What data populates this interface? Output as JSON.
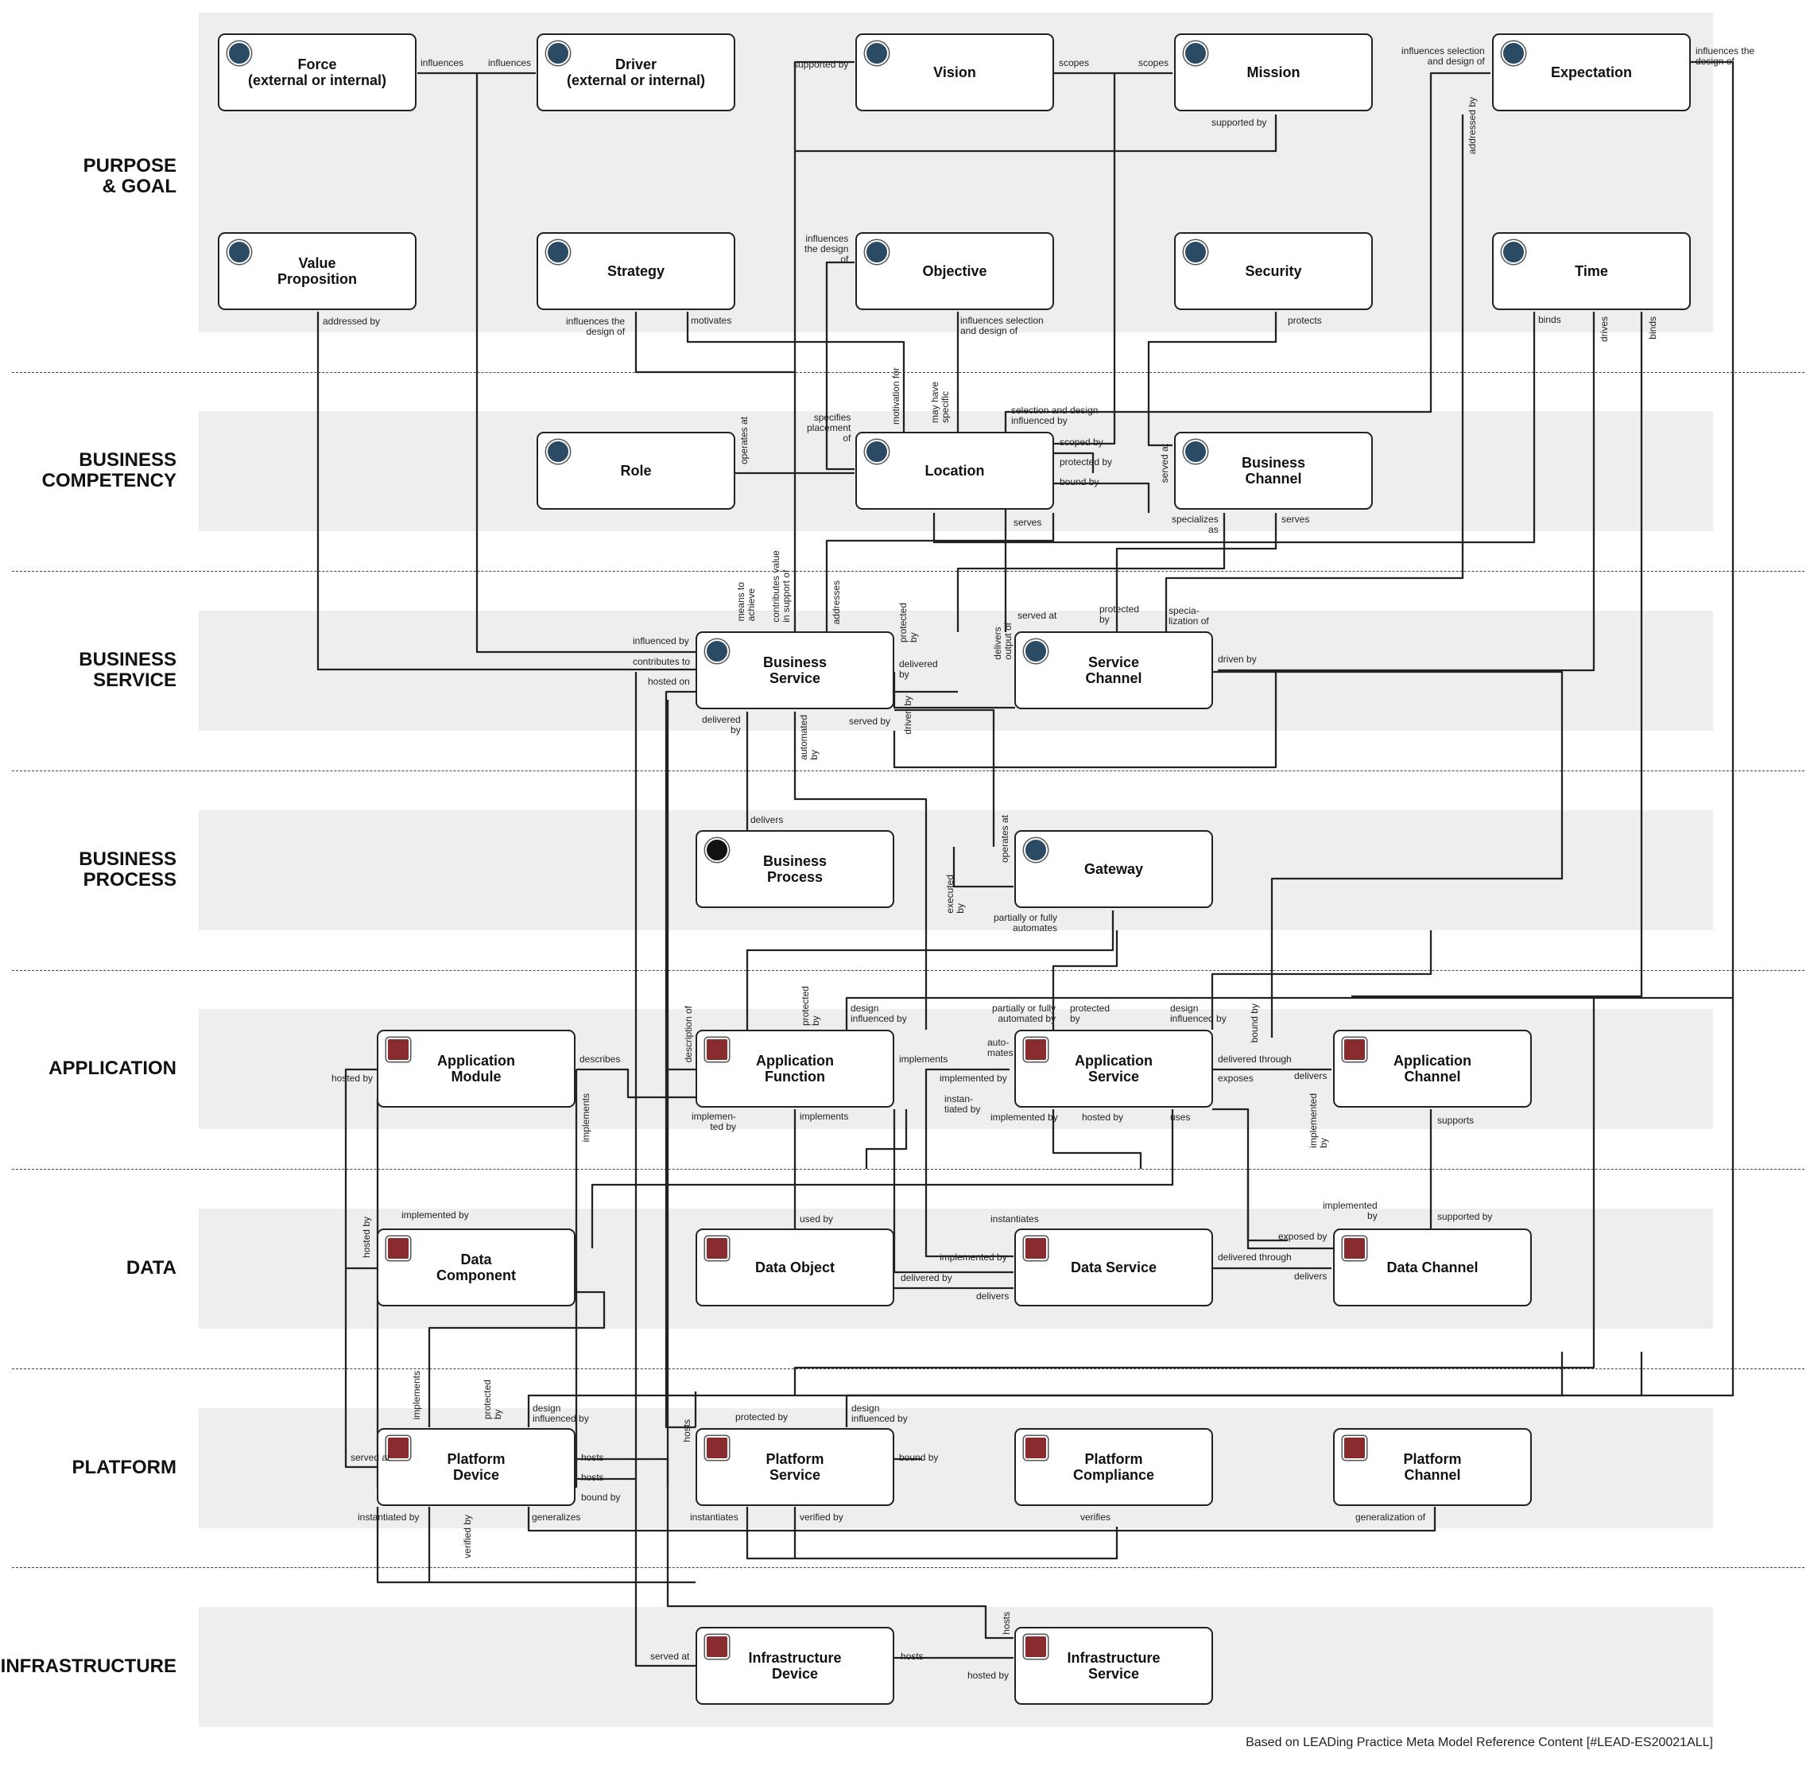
{
  "layers": [
    {
      "label": "PURPOSE\n& GOAL"
    },
    {
      "label": "BUSINESS\nCOMPETENCY"
    },
    {
      "label": "BUSINESS\nSERVICE"
    },
    {
      "label": "BUSINESS\nPROCESS"
    },
    {
      "label": "APPLICATION"
    },
    {
      "label": "DATA"
    },
    {
      "label": "PLATFORM"
    },
    {
      "label": "INFRASTRUCTURE"
    }
  ],
  "nodes": [
    {
      "label": "Force\n(external or internal)",
      "icon": "force-icon"
    },
    {
      "label": "Driver\n(external or internal)",
      "icon": "driver-icon"
    },
    {
      "label": "Vision",
      "icon": "eye-icon"
    },
    {
      "label": "Mission",
      "icon": "globe-icon"
    },
    {
      "label": "Expectation",
      "icon": "chart-icon"
    },
    {
      "label": "Value\nProposition",
      "icon": "value-chart-icon"
    },
    {
      "label": "Strategy",
      "icon": "target-icon"
    },
    {
      "label": "Objective",
      "icon": "bullseye-icon"
    },
    {
      "label": "Security",
      "icon": "lock-icon"
    },
    {
      "label": "Time",
      "icon": "hourglass-icon"
    },
    {
      "label": "Role",
      "icon": "person-icon"
    },
    {
      "label": "Location",
      "icon": "map-pin-icon"
    },
    {
      "label": "Business\nChannel",
      "icon": "channel-icon"
    },
    {
      "label": "Business\nService",
      "icon": "handshake-icon"
    },
    {
      "label": "Service\nChannel",
      "icon": "service-channel-icon"
    },
    {
      "label": "Business\nProcess",
      "icon": "process-dot-icon"
    },
    {
      "label": "Gateway",
      "icon": "diamond-icon"
    },
    {
      "label": "Application\nModule",
      "icon": "module-icon"
    },
    {
      "label": "Application\nFunction",
      "icon": "function-icon"
    },
    {
      "label": "Application\nService",
      "icon": "app-service-icon"
    },
    {
      "label": "Application\nChannel",
      "icon": "app-channel-icon"
    },
    {
      "label": "Data\nComponent",
      "icon": "data-component-icon"
    },
    {
      "label": "Data Object",
      "icon": "data-object-icon"
    },
    {
      "label": "Data Service",
      "icon": "data-service-icon"
    },
    {
      "label": "Data Channel",
      "icon": "data-channel-icon"
    },
    {
      "label": "Platform\nDevice",
      "icon": "phone-icon"
    },
    {
      "label": "Platform\nService",
      "icon": "platform-service-icon"
    },
    {
      "label": "Platform\nCompliance",
      "icon": "checklist-icon"
    },
    {
      "label": "Platform\nChannel",
      "icon": "platform-channel-icon"
    },
    {
      "label": "Infrastructure\nDevice",
      "icon": "server-icon"
    },
    {
      "label": "Infrastructure\nService",
      "icon": "infra-service-icon"
    }
  ],
  "relations": [
    {
      "text": "influences"
    },
    {
      "text": "influences"
    },
    {
      "text": "supported by"
    },
    {
      "text": "scopes"
    },
    {
      "text": "scopes"
    },
    {
      "text": "supported by"
    },
    {
      "text": "influences selection\nand design of"
    },
    {
      "text": "influences the\ndesign of"
    },
    {
      "text": "addressed by"
    },
    {
      "text": "addressed by"
    },
    {
      "text": "influences the\ndesign of"
    },
    {
      "text": "motivates"
    },
    {
      "text": "influences\nthe design\nof"
    },
    {
      "text": "influences selection\nand design of"
    },
    {
      "text": "protects"
    },
    {
      "text": "binds"
    },
    {
      "text": "drives"
    },
    {
      "text": "binds"
    },
    {
      "text": "operates at"
    },
    {
      "text": "specifies\nplacement\nof"
    },
    {
      "text": "motivation for"
    },
    {
      "text": "may have\nspecific"
    },
    {
      "text": "selection and design\ninfluenced by"
    },
    {
      "text": "scoped by"
    },
    {
      "text": "protected by"
    },
    {
      "text": "bound by"
    },
    {
      "text": "serves"
    },
    {
      "text": "served at"
    },
    {
      "text": "specializes\nas"
    },
    {
      "text": "serves"
    },
    {
      "text": "means to\nachieve"
    },
    {
      "text": "contributes value\nin support of"
    },
    {
      "text": "addresses"
    },
    {
      "text": "influenced by"
    },
    {
      "text": "contributes to"
    },
    {
      "text": "hosted on"
    },
    {
      "text": "protected\nby"
    },
    {
      "text": "delivered\nby"
    },
    {
      "text": "delivers\noutput of"
    },
    {
      "text": "served at"
    },
    {
      "text": "protected\nby"
    },
    {
      "text": "specia-\nlization of"
    },
    {
      "text": "driven by"
    },
    {
      "text": "delivered\nby"
    },
    {
      "text": "automated\nby"
    },
    {
      "text": "served by"
    },
    {
      "text": "driven by"
    },
    {
      "text": "delivers"
    },
    {
      "text": "operates at"
    },
    {
      "text": "executed\nby"
    },
    {
      "text": "partially or fully\nautomates"
    },
    {
      "text": "hosted by"
    },
    {
      "text": "describes"
    },
    {
      "text": "implements"
    },
    {
      "text": "description of"
    },
    {
      "text": "protected\nby"
    },
    {
      "text": "design\ninfluenced by"
    },
    {
      "text": "partially or fully\nautomated by"
    },
    {
      "text": "protected\nby"
    },
    {
      "text": "design\ninfluenced by"
    },
    {
      "text": "bound by"
    },
    {
      "text": "implements"
    },
    {
      "text": "auto-\nmates"
    },
    {
      "text": "implemented by"
    },
    {
      "text": "instan-\ntiated by"
    },
    {
      "text": "implemented by"
    },
    {
      "text": "hosted by"
    },
    {
      "text": "uses"
    },
    {
      "text": "delivered through"
    },
    {
      "text": "exposes"
    },
    {
      "text": "delivers"
    },
    {
      "text": "implemented\nby"
    },
    {
      "text": "supports"
    },
    {
      "text": "implemen-\nted by"
    },
    {
      "text": "implements"
    },
    {
      "text": "implemented by"
    },
    {
      "text": "hosted by"
    },
    {
      "text": "used by"
    },
    {
      "text": "instantiates"
    },
    {
      "text": "implemented\nby"
    },
    {
      "text": "supported by"
    },
    {
      "text": "implemented by"
    },
    {
      "text": "delivered by"
    },
    {
      "text": "delivers"
    },
    {
      "text": "delivered through"
    },
    {
      "text": "exposed by"
    },
    {
      "text": "delivers"
    },
    {
      "text": "implements"
    },
    {
      "text": "protected\nby"
    },
    {
      "text": "design\ninfluenced by"
    },
    {
      "text": "protected by"
    },
    {
      "text": "design\ninfluenced by"
    },
    {
      "text": "hosts"
    },
    {
      "text": "bound by"
    },
    {
      "text": "served at"
    },
    {
      "text": "hosts"
    },
    {
      "text": "hosts"
    },
    {
      "text": "bound by"
    },
    {
      "text": "instantiated by"
    },
    {
      "text": "verified by"
    },
    {
      "text": "generalizes"
    },
    {
      "text": "instantiates"
    },
    {
      "text": "verified by"
    },
    {
      "text": "verifies"
    },
    {
      "text": "generalization of"
    },
    {
      "text": "served at"
    },
    {
      "text": "hosts"
    },
    {
      "text": "hosts"
    },
    {
      "text": "hosted by"
    }
  ],
  "footer": "Based on LEADing Practice Meta Model Reference Content [#LEAD-ES20021ALL]"
}
